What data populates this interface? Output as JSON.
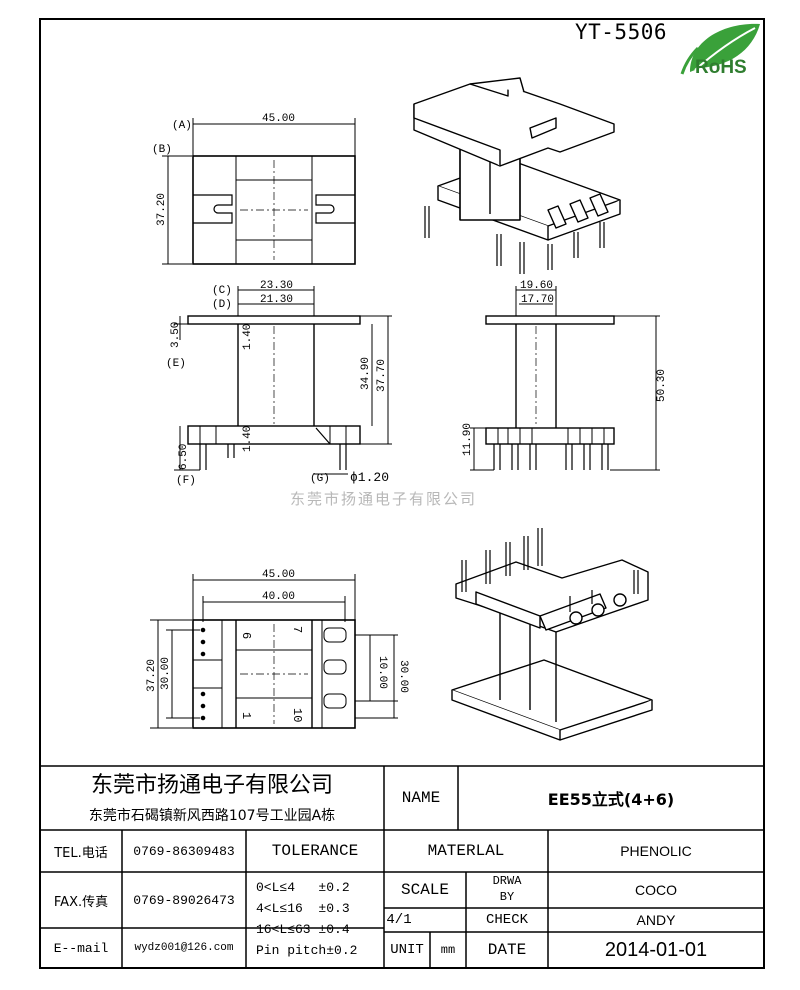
{
  "header": {
    "part_number": "YT-5506",
    "rohs": "RoHS",
    "watermark": "东莞市扬通电子有限公司"
  },
  "top_view": {
    "markers": [
      "(A)",
      "(B)"
    ],
    "dims": {
      "width": "45.00",
      "height": "37.20"
    }
  },
  "front_view": {
    "markers": [
      "(C)",
      "(D)",
      "(E)",
      "(F)",
      "(G)"
    ],
    "dims": {
      "c": "23.30",
      "d": "21.30",
      "e": "3.50",
      "wall_top": "1.40",
      "wall_bottom": "1.40",
      "inner_h": "34.90",
      "outer_h": "37.70",
      "pin_len": "6.50",
      "pin_dia": "ϕ1.20"
    }
  },
  "side_view": {
    "dims": {
      "outer": "19.60",
      "inner": "17.70",
      "total_h": "50.30",
      "base_h": "11.90"
    }
  },
  "bottom_view": {
    "dims": {
      "width": "45.00",
      "pitch_span": "40.00",
      "height": "37.20",
      "left_inner": "30.00",
      "right_inner": "30.00",
      "gap": "10.00"
    },
    "pin_numbers": {
      "tl": "6",
      "bl": "1",
      "tr": "7",
      "br": "10"
    }
  },
  "title_block": {
    "company_name": "东莞市扬通电子有限公司",
    "company_address": "东莞市石碣镇新风西路107号工业园A栋",
    "name_label": "NAME",
    "name_value": "EE55立式(4+6)",
    "tel_label": "TEL.电话",
    "tel_value": "0769-86309483",
    "fax_label": "FAX.传真",
    "fax_value": "0769-89026473",
    "email_label": "E--mail",
    "email_value": "wydz001@126.com",
    "tolerance_label": "TOLERANCE",
    "tolerance_rows": [
      "0<L≤4   ±0.2",
      "4<L≤16  ±0.3",
      "16<L≤63 ±0.4",
      "Pin pitch±0.2"
    ],
    "material_label": "MATERLAL",
    "material_value": "PHENOLIC",
    "scale_label": "SCALE",
    "scale_value": "4/1",
    "drawn_label_1": "DRWA",
    "drawn_label_2": "BY",
    "drawn_value": "COCO",
    "check_label": "CHECK",
    "check_value": "ANDY",
    "unit_label": "UNIT",
    "unit_value": "mm",
    "date_label": "DATE",
    "date_value": "2014-01-01"
  }
}
